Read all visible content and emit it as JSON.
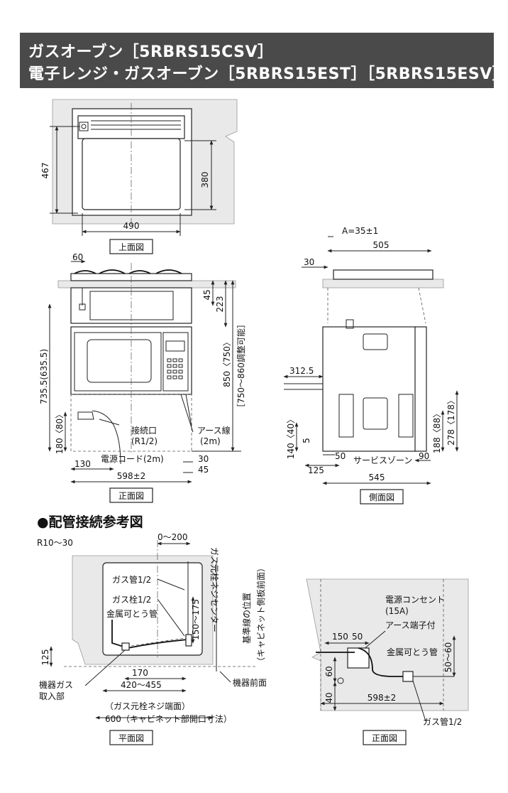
{
  "header": {
    "line1": "ガスオーブン［5RBRS15CSV］",
    "line2": "電子レンジ・ガスオーブン［5RBRS15EST］［5RBRS15ESV］",
    "bg_color": "#4a4a4a"
  },
  "top_view": {
    "label": "上面図",
    "dims": {
      "depth": "467",
      "inner": "380",
      "width": "490"
    }
  },
  "front_view": {
    "label": "正面図",
    "dims": {
      "d60": "60",
      "d45": "45",
      "d223": "223",
      "height_total": "850〈750〉",
      "adjust_range": "［750～860調整可能］",
      "h735": "735.5(635.5)",
      "h180": "180〈80〉",
      "d130": "130",
      "d30": "30",
      "d45b": "45",
      "width598": "598±2"
    },
    "labels": {
      "connection_port": "接続口",
      "connection_size": "(R1/2)",
      "ground_wire": "アース線",
      "ground_wire_len": "(2m)",
      "power_cord": "電源コード(2m)"
    }
  },
  "side_view": {
    "label": "側面図",
    "dims": {
      "a": "A=35±1",
      "d505": "505",
      "d30": "30",
      "d312": "312.5",
      "h140": "140〈40〉",
      "d5": "5",
      "d50": "50",
      "d125": "125",
      "d90": "90",
      "d545": "545",
      "h188": "188〈88〉",
      "h278": "278〈178〉"
    },
    "labels": {
      "service_zone": "サービスゾーン"
    }
  },
  "piping": {
    "title": "●配管接続参考図",
    "plan": {
      "label": "平面図",
      "r": "R10～30",
      "range": "0～200",
      "gas_pipe": "ガス管1/2",
      "gas_cock": "ガス栓1/2",
      "flex_pipe": "金属可とう管",
      "d150_175": "150～175",
      "center_text": "ガス元栓ネジセンター",
      "ref_line": "基準線の位置",
      "ref_line_sub": "（キャビネット側板前面）",
      "d125": "125",
      "inlet1": "機器ガス",
      "inlet2": "取入部",
      "d170": "170",
      "d420": "420～455",
      "device_front": "機器前面",
      "note1": "（ガス元栓ネジ端面）",
      "note2": "600（キャビネット部開口寸法）"
    },
    "front": {
      "label": "正面図",
      "outlet": "電源コンセント",
      "outlet_sub": "(15A)",
      "ground_terminal": "アース端子付",
      "d150": "150",
      "d50": "50",
      "flex_pipe": "金属可とう管",
      "d60": "60",
      "d40": "40",
      "d50_60": "50～60",
      "width598": "598±2",
      "gas_pipe": "ガス管1/2"
    }
  }
}
